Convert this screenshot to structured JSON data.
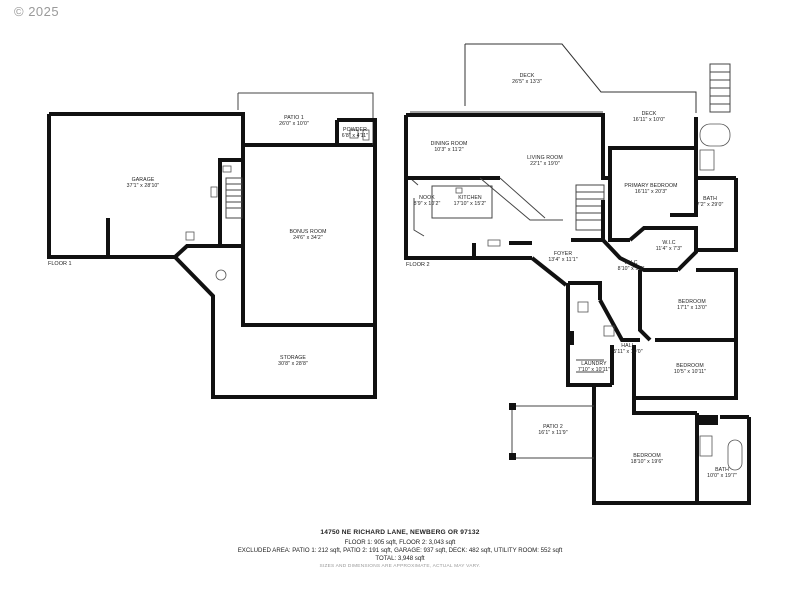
{
  "copyright": "© 2025",
  "floors": {
    "floor1": "FLOOR 1",
    "floor2": "FLOOR 2"
  },
  "rooms": {
    "garage": {
      "name": "GARAGE",
      "dims": "37'1\" x 28'10\""
    },
    "patio1": {
      "name": "PATIO 1",
      "dims": "26'0\" x 10'0\""
    },
    "powder": {
      "name": "POWDER",
      "dims": "6'8\" x 4'11\""
    },
    "bonus_room": {
      "name": "BONUS ROOM",
      "dims": "24'6\" x 34'2\""
    },
    "storage": {
      "name": "STORAGE",
      "dims": "30'8\" x 28'8\""
    },
    "deck_upper": {
      "name": "DECK",
      "dims": "26'5\" x 13'3\""
    },
    "deck_lower": {
      "name": "DECK",
      "dims": "16'11\" x 10'0\""
    },
    "dining_room": {
      "name": "DINING ROOM",
      "dims": "10'3\" x 11'2\""
    },
    "living_room": {
      "name": "LIVING ROOM",
      "dims": "22'1\" x 19'0\""
    },
    "nook": {
      "name": "NOOK",
      "dims": "8'9\" x 10'2\""
    },
    "kitchen": {
      "name": "KITCHEN",
      "dims": "17'10\" x 15'2\""
    },
    "primary_bedroom": {
      "name": "PRIMARY BEDROOM",
      "dims": "16'11\" x 20'3\""
    },
    "bath_primary": {
      "name": "BATH",
      "dims": "7'2\" x 29'0\""
    },
    "wic1": {
      "name": "W.I.C",
      "dims": "11'4\" x 7'3\""
    },
    "wic2": {
      "name": "W.I.C",
      "dims": "8'10\" x 9'3\""
    },
    "foyer": {
      "name": "FOYER",
      "dims": "13'4\" x 11'1\""
    },
    "bedroom1": {
      "name": "BEDROOM",
      "dims": "17'1\" x 13'0\""
    },
    "hall": {
      "name": "HALL",
      "dims": "5'11\" x 10'0\""
    },
    "laundry": {
      "name": "LAUNDRY",
      "dims": "7'10\" x 10'11\""
    },
    "bedroom2": {
      "name": "BEDROOM",
      "dims": "10'5\" x 10'11\""
    },
    "patio2": {
      "name": "PATIO 2",
      "dims": "16'1\" x 11'9\""
    },
    "bedroom3": {
      "name": "BEDROOM",
      "dims": "18'10\" x 19'6\""
    },
    "bath2": {
      "name": "BATH",
      "dims": "10'0\" x 19'7\""
    }
  },
  "footer": {
    "address": "14750 NE RICHARD LANE, NEWBERG OR 97132",
    "floor_areas": "FLOOR 1: 905 sqft, FLOOR 2: 3,043 sqft",
    "excluded": "EXCLUDED AREA: PATIO 1: 212 sqft, PATIO 2: 191 sqft, GARAGE: 937 sqft, DECK: 482 sqft, UTILITY ROOM: 552 sqft",
    "total": "TOTAL: 3,948 sqft",
    "disclaimer": "SIZES AND DIMENSIONS ARE APPROXIMATE, ACTUAL MAY VARY."
  }
}
